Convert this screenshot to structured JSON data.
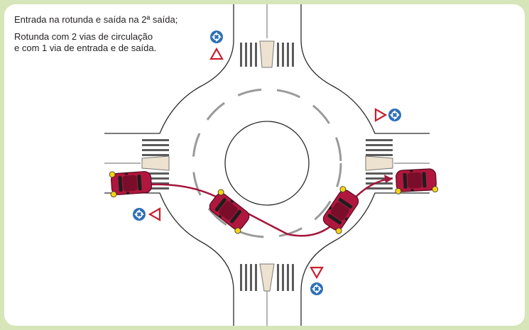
{
  "caption": {
    "line1": "Entrada na rotunda e saída na 2ª saída;",
    "line2": "Rotunda com 2 vias de circulação",
    "line3": "e com 1 via de entrada e de saída."
  },
  "colors": {
    "frame": "#d6e6b8",
    "road_line": "#2b2b2b",
    "lane_marking": "#9a9a9a",
    "car_body": "#b0173e",
    "headlight": "#f5d214",
    "path": "#a3163c",
    "yield_sign": "#c8202e",
    "roundabout_sign": "#2d6fb7"
  },
  "icons": [
    "roundabout-sign-icon",
    "yield-sign-icon",
    "car-icon",
    "path-arrow-icon"
  ]
}
